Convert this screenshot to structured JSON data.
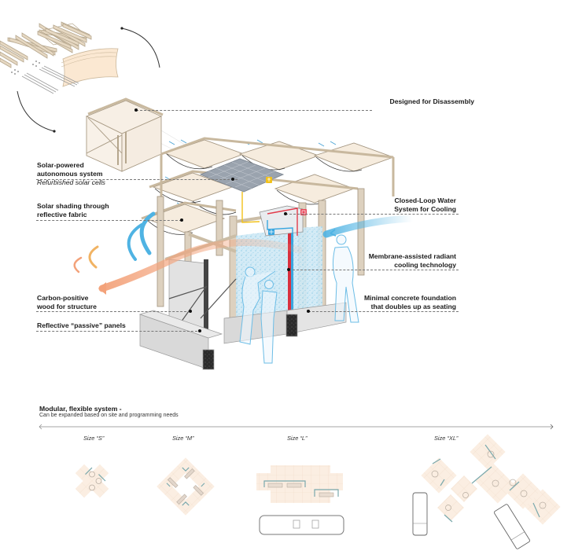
{
  "diagram": {
    "type": "architectural-axonometric",
    "subject": "Modular solar-powered cooling pavilion"
  },
  "callouts": {
    "disassembly": {
      "title": "Designed for Disassembly"
    },
    "solar": {
      "title_line1": "Solar-powered",
      "title_line2": "autonomous system",
      "subtitle": "Refurbished solar cells"
    },
    "shading": {
      "title_line1": "Solar shading through",
      "title_line2": "reflective fabric"
    },
    "water": {
      "title_line1": "Closed-Loop Water",
      "title_line2": "System for Cooling"
    },
    "membrane": {
      "title_line1": "Membrane-assisted radiant",
      "title_line2": "cooling technology"
    },
    "wood": {
      "title_line1": "Carbon-positive",
      "title_line2": "wood for structure"
    },
    "foundation": {
      "title_line1": "Minimal concrete foundation",
      "title_line2": "that doubles up as seating"
    },
    "panels": {
      "title": "Reflective “passive” panels"
    }
  },
  "markers": {
    "solar_marker": {
      "color": "#f2c21b",
      "icon": "solar-panel-icon"
    },
    "hot_marker": {
      "color": "#e8495b",
      "icon": "heat-icon"
    },
    "cold_marker": {
      "color": "#3aa7e0",
      "icon": "snowflake-icon"
    }
  },
  "modular": {
    "title": "Modular, flexible system -",
    "subtitle": "Can be expanded based on site and programming needs",
    "sizes": [
      {
        "label": "Size “S”"
      },
      {
        "label": "Size “M”"
      },
      {
        "label": "Size “L”"
      },
      {
        "label": "Size “XL”"
      }
    ]
  },
  "colors": {
    "wood": "#d8cdbd",
    "fabric": "#f6ece0",
    "cool_air": "#4fb3e3",
    "warm_air": "#f3a27a",
    "warm_air_light": "#f1c48a",
    "concrete": "#d9d9d9",
    "module_tile": "#fbeee2",
    "wall_teal": "#7aa9ad"
  }
}
